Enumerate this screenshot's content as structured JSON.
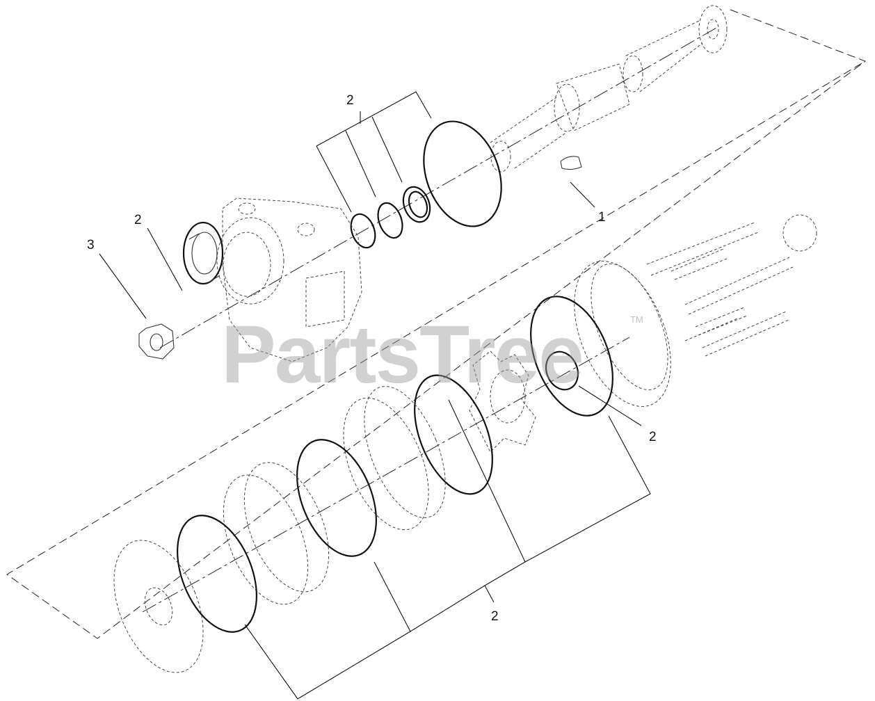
{
  "watermark": {
    "text": "PartsTree",
    "mark": "TM"
  },
  "callouts": [
    {
      "id": "c2-top",
      "label": "2"
    },
    {
      "id": "c1",
      "label": "1"
    },
    {
      "id": "c2-left",
      "label": "2"
    },
    {
      "id": "c3",
      "label": "3"
    },
    {
      "id": "c2-right",
      "label": "2"
    },
    {
      "id": "c2-bottom",
      "label": "2"
    }
  ]
}
